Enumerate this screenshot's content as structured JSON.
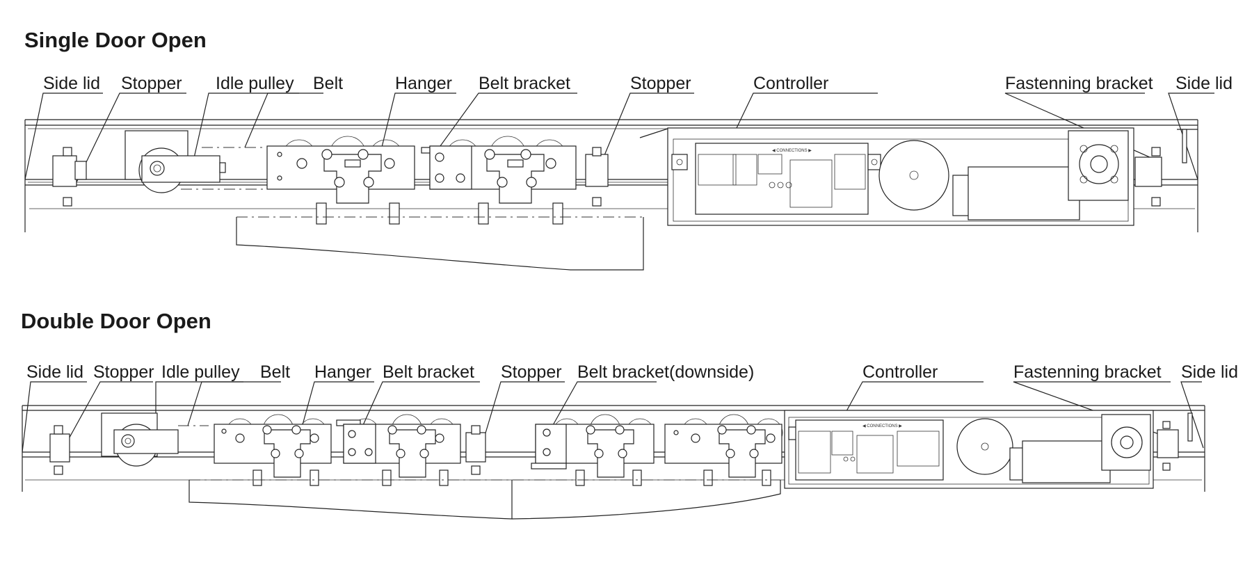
{
  "single": {
    "title": "Single Door Open",
    "labels": {
      "side_lid_left": "Side lid",
      "stopper_left": "Stopper",
      "idle_pulley": "Idle pulley",
      "belt": "Belt",
      "hanger": "Hanger",
      "belt_bracket": "Belt bracket",
      "stopper_right": "Stopper",
      "controller": "Controller",
      "fastening_bracket": "Fastenning bracket",
      "side_lid_right": "Side lid"
    },
    "controller_text": "◀ CONNECTIONS ▶"
  },
  "double": {
    "title": "Double Door Open",
    "labels": {
      "side_lid_left": "Side lid",
      "stopper_left": "Stopper",
      "idle_pulley": "Idle pulley",
      "belt": "Belt",
      "hanger": "Hanger",
      "belt_bracket": "Belt bracket",
      "stopper_right": "Stopper",
      "belt_bracket_downside": "Belt bracket(downside)",
      "controller": "Controller",
      "fastening_bracket": "Fastenning bracket",
      "side_lid_right": "Side lid"
    },
    "controller_text": "◀ CONNECTIONS ▶"
  }
}
